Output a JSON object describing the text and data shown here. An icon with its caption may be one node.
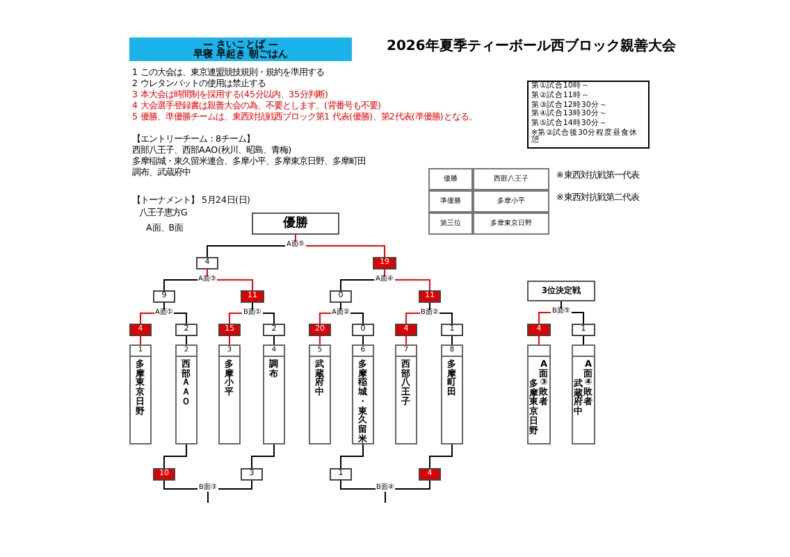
{
  "diagram": {
    "nodes": [
      {
        "text": [
          "— さいことば —",
          "早寝 早起き 朝ごはん"
        ]
      },
      {
        "text": [
          "第①試合10時～",
          "第②試合11時～",
          "第③試合12時30分～",
          "第④試合13時30分～",
          "第⑤試合14時30分～",
          "※第②試合後30分程度昼食休憩"
        ]
      },
      {
        "text": [
          "優勝"
        ]
      },
      {
        "text": [
          "4"
        ]
      },
      {
        "text": [
          "19"
        ]
      },
      {
        "text": [
          "9"
        ]
      },
      {
        "text": [
          "11"
        ]
      },
      {
        "text": [
          "0"
        ]
      },
      {
        "text": [
          "11"
        ]
      },
      {
        "text": [
          "4"
        ]
      },
      {
        "text": [
          "2"
        ]
      },
      {
        "text": [
          "15"
        ]
      },
      {
        "text": [
          "2"
        ]
      },
      {
        "text": [
          "20"
        ]
      },
      {
        "text": [
          "0"
        ]
      },
      {
        "text": [
          "4"
        ]
      },
      {
        "text": [
          "1"
        ]
      },
      {
        "text": [
          "1",
          "多摩東京日野"
        ]
      },
      {
        "text": [
          "2",
          "西部ＡＡＯ"
        ]
      },
      {
        "text": [
          "3",
          "多摩小平"
        ]
      },
      {
        "text": [
          "4",
          "調布"
        ]
      },
      {
        "text": [
          "5",
          "武蔵府中"
        ]
      },
      {
        "text": [
          "6",
          "多摩稲城・東久留米"
        ]
      },
      {
        "text": [
          "7",
          "西部八王子"
        ]
      },
      {
        "text": [
          "8",
          "多摩町田"
        ]
      },
      {
        "text": [
          "10"
        ]
      },
      {
        "text": [
          "3"
        ]
      },
      {
        "text": [
          "1"
        ]
      },
      {
        "text": [
          "4"
        ]
      },
      {
        "text": [
          "3位決定戦"
        ]
      },
      {
        "text": [
          "4"
        ]
      },
      {
        "text": [
          "1"
        ]
      },
      {
        "text": [
          "多摩東京日野",
          "A面③敗者"
        ]
      },
      {
        "text": [
          "武蔵府中",
          "A面④敗者"
        ]
      }
    ],
    "edges": [
      {
        "from": 17,
        "to": 9,
        "arrow": "none",
        "color": "#ff0000"
      },
      {
        "from": 18,
        "to": 10,
        "arrow": "none"
      },
      {
        "from": 19,
        "to": 11,
        "arrow": "none",
        "color": "#ff0000"
      },
      {
        "from": 20,
        "to": 12,
        "arrow": "none"
      },
      {
        "from": 21,
        "to": 13,
        "arrow": "none",
        "color": "#ff0000"
      },
      {
        "from": 22,
        "to": 14,
        "arrow": "none"
      },
      {
        "from": 23,
        "to": 15,
        "arrow": "none",
        "color": "#ff0000"
      },
      {
        "from": 24,
        "to": 16,
        "arrow": "none"
      },
      {
        "from": 9,
        "to": 5,
        "arrow": "none",
        "label": "A面①",
        "color": "#ff0000"
      },
      {
        "from": 10,
        "to": 5,
        "arrow": "none"
      },
      {
        "from": 11,
        "to": 6,
        "arrow": "none",
        "label": "B面①",
        "color": "#ff0000"
      },
      {
        "from": 12,
        "to": 6,
        "arrow": "none"
      },
      {
        "from": 13,
        "to": 7,
        "arrow": "none",
        "label": "A面②",
        "color": "#ff0000"
      },
      {
        "from": 14,
        "to": 7,
        "arrow": "none"
      },
      {
        "from": 15,
        "to": 8,
        "arrow": "none",
        "label": "B面②",
        "color": "#ff0000"
      },
      {
        "from": 16,
        "to": 8,
        "arrow": "none"
      },
      {
        "from": 5,
        "to": 3,
        "arrow": "none",
        "label": "A面③"
      },
      {
        "from": 6,
        "to": 3,
        "arrow": "none",
        "color": "#ff0000"
      },
      {
        "from": 7,
        "to": 4,
        "arrow": "none",
        "label": "A面④"
      },
      {
        "from": 8,
        "to": 4,
        "arrow": "none",
        "color": "#ff0000"
      },
      {
        "from": 3,
        "to": 2,
        "arrow": "none",
        "label": "A面⑤"
      },
      {
        "from": 4,
        "to": 2,
        "arrow": "none",
        "color": "#ff0000"
      },
      {
        "from": 18,
        "to": 25,
        "arrow": "none"
      },
      {
        "from": 20,
        "to": 26,
        "arrow": "none"
      },
      {
        "from": 25,
        "to": 26,
        "arrow": "none",
        "label": "B面③"
      },
      {
        "from": 22,
        "to": 27,
        "arrow": "none"
      },
      {
        "from": 24,
        "to": 28,
        "arrow": "none"
      },
      {
        "from": 27,
        "to": 28,
        "arrow": "none",
        "label": "B面④"
      },
      {
        "from": 30,
        "to": 29,
        "arrow": "none",
        "label": "B面⑤",
        "color": "#ff0000"
      },
      {
        "from": 31,
        "to": 29,
        "arrow": "none"
      },
      {
        "from": 32,
        "to": 30,
        "arrow": "none",
        "color": "#ff0000"
      },
      {
        "from": 33,
        "to": 31,
        "arrow": "none"
      }
    ],
    "labels": [
      "2026年夏季ティーボール西ブロック親善大会",
      "1 この大会は、東京連盟競技規則・規約を準用する",
      "2 ウレタンバットの使用は禁止する",
      "3 本大会は時間制を採用する(45分以内、35分判断)",
      "4 大会選手登録書は親善大会の為、不要とします。(背番号も不要)",
      "5 優勝、準優勝チームは、東西対抗戦西ブロック第1 代表(優勝)、第2代表(準優勝)となる。",
      "【エントリーチーム：8チーム】",
      "西部八王子、西部AAO(秋川、昭島、青梅)",
      "多摩稲城・東久留米連合、多摩小平、多摩東京日野、多摩町田",
      "調布、武蔵府中",
      "優勝",
      "西部八王子",
      "※東西対抗戦第一代表",
      "準優勝",
      "多摩小平",
      "※東西対抗戦第二代表",
      "第三位",
      "多摩東京日野",
      "【トーナメント】 5月24日(日)",
      "八王子恵方G",
      "A面、B面"
    ]
  }
}
